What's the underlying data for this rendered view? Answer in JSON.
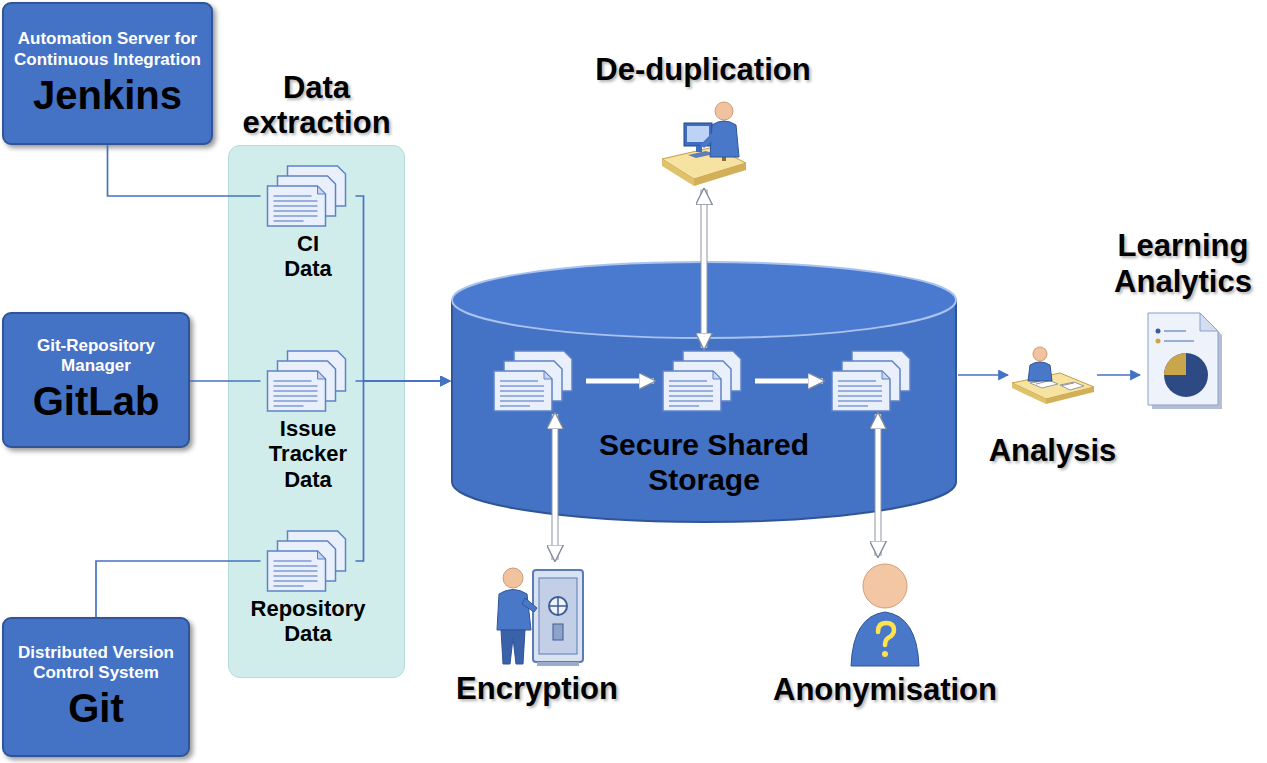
{
  "diagram": {
    "nodes": [
      {
        "text": [
          "Automation Server for Continuous Integration",
          "Jenkins"
        ]
      },
      {
        "text": [
          "Git-Repository Manager",
          "GitLab"
        ]
      },
      {
        "text": [
          "Distributed Version Control System",
          "Git"
        ]
      },
      {
        "text": [
          "Data extraction"
        ]
      },
      {
        "text": [
          "CI Data"
        ],
        "in": 3
      },
      {
        "text": [
          "Issue Tracker Data"
        ],
        "in": 3
      },
      {
        "text": [
          "Repository Data"
        ],
        "in": 3
      },
      {
        "text": [
          "Secure Shared Storage"
        ]
      },
      {
        "text": [
          "De-duplication"
        ]
      },
      {
        "text": [
          "Encryption"
        ]
      },
      {
        "text": [
          "Anonymisation"
        ]
      },
      {
        "text": [
          "Analysis"
        ]
      },
      {
        "text": [
          "Learning Analytics"
        ]
      }
    ],
    "edges": [
      {
        "from": 0,
        "to": 4,
        "arrow": "none"
      },
      {
        "from": 1,
        "to": 5,
        "arrow": "none"
      },
      {
        "from": 2,
        "to": 6,
        "arrow": "none"
      },
      {
        "from": 4,
        "to": 7,
        "arrow": "to"
      },
      {
        "from": 5,
        "to": 7,
        "arrow": "to"
      },
      {
        "from": 6,
        "to": 7,
        "arrow": "to"
      },
      {
        "from": 8,
        "to": 7,
        "arrow": "both"
      },
      {
        "from": 9,
        "to": 7,
        "arrow": "both"
      },
      {
        "from": 10,
        "to": 7,
        "arrow": "both"
      },
      {
        "from": 7,
        "to": 11,
        "arrow": "to"
      },
      {
        "from": 11,
        "to": 12,
        "arrow": "to"
      }
    ]
  }
}
